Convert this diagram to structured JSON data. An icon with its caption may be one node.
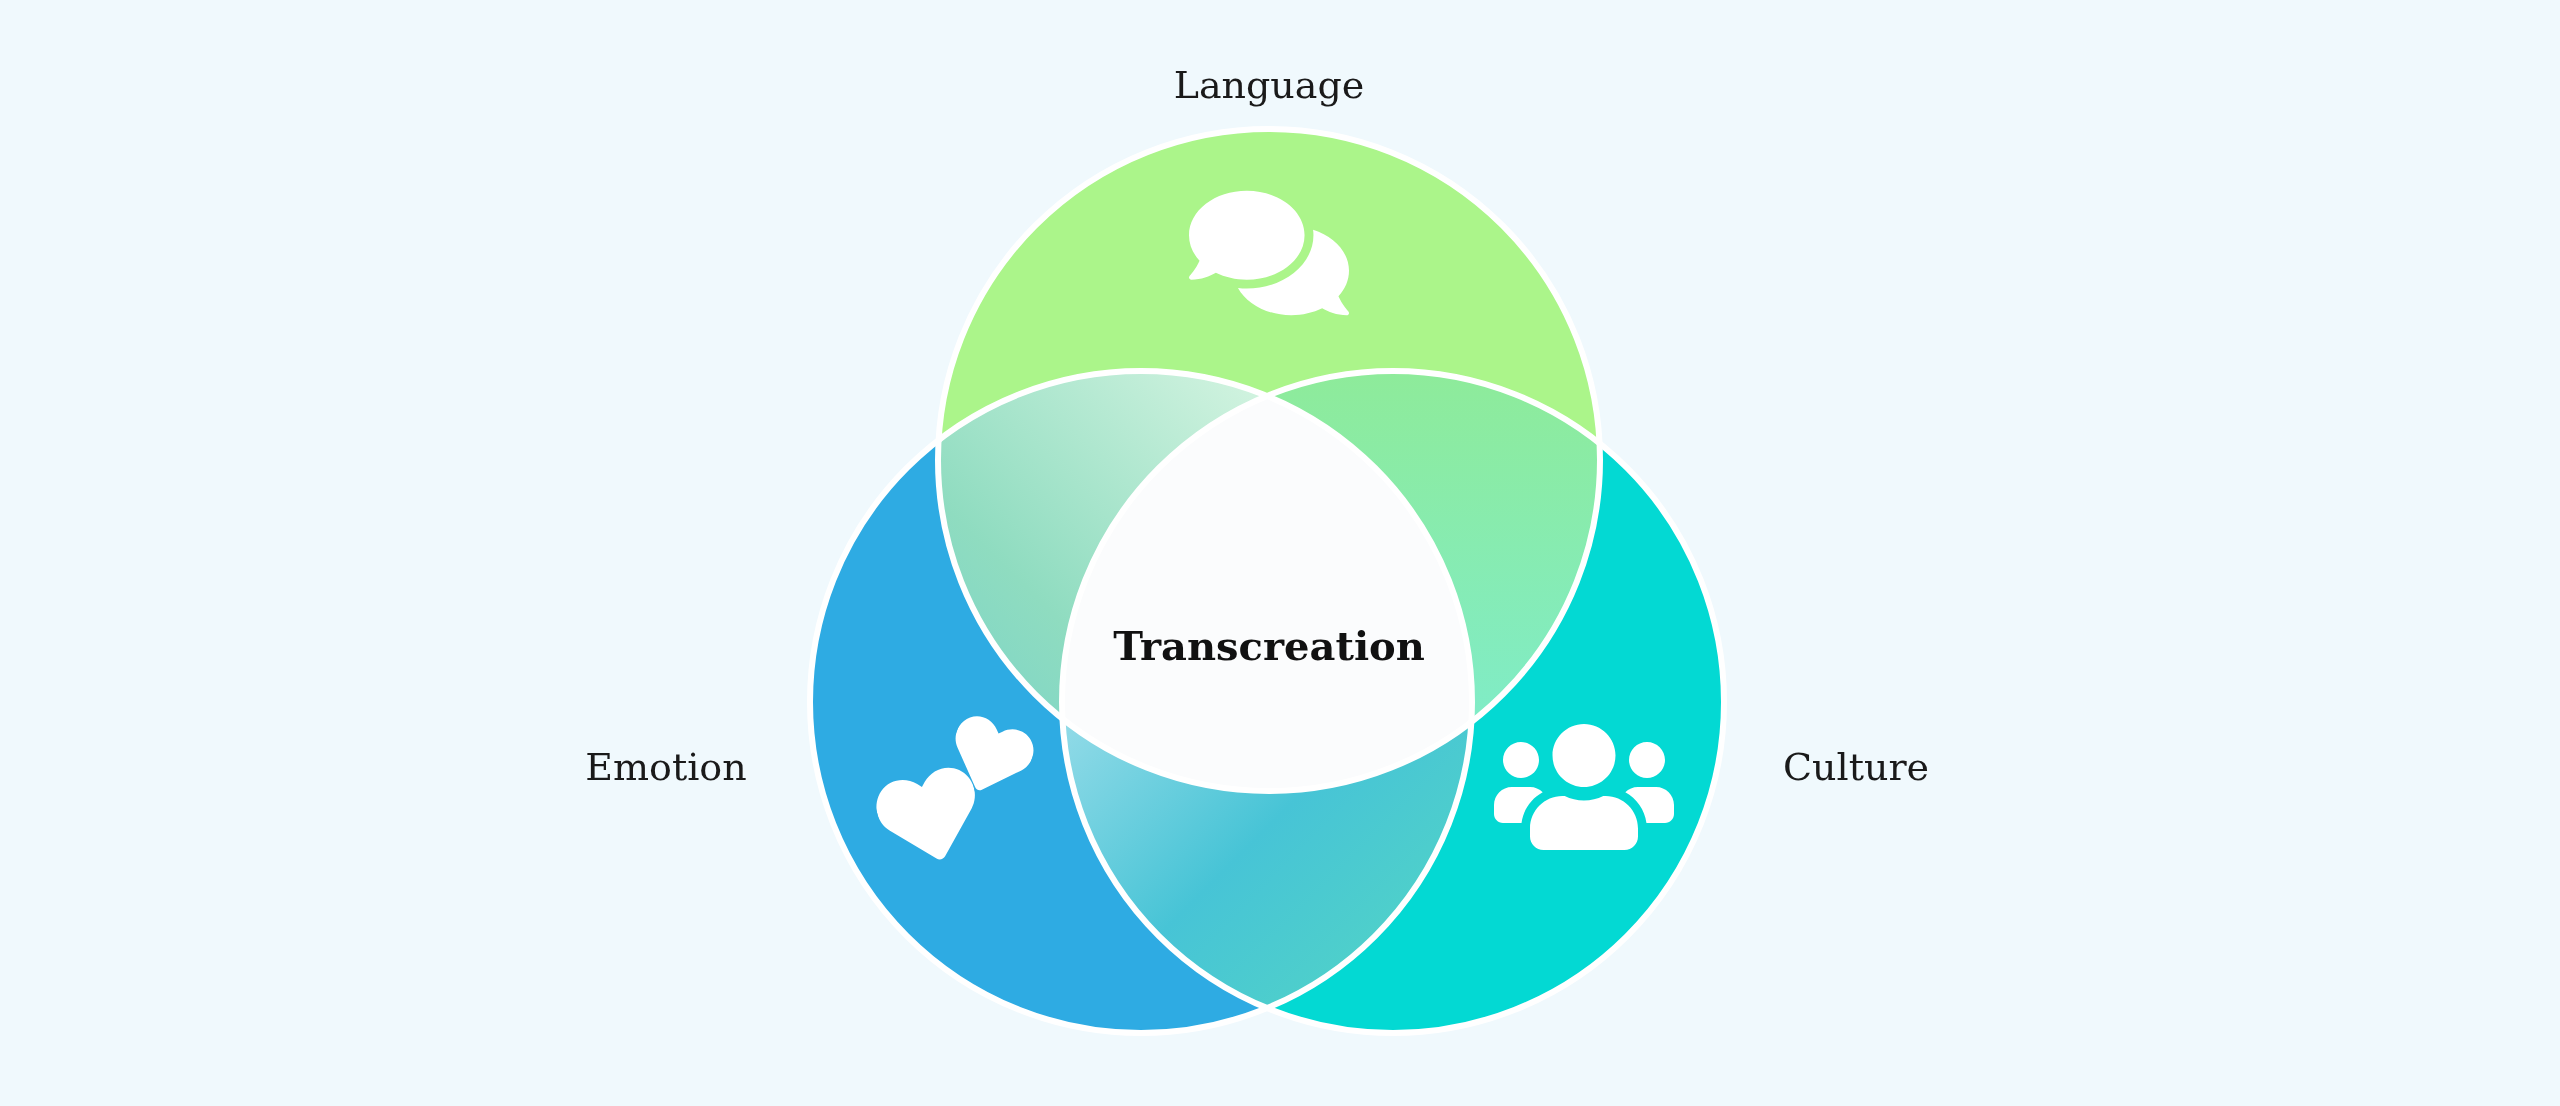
{
  "diagram": {
    "nodes": [
      {
        "text": [
          "Language"
        ]
      },
      {
        "text": [
          "Emotion"
        ]
      },
      {
        "text": [
          "Culture"
        ]
      }
    ],
    "labels": [
      "Transcreation"
    ]
  }
}
